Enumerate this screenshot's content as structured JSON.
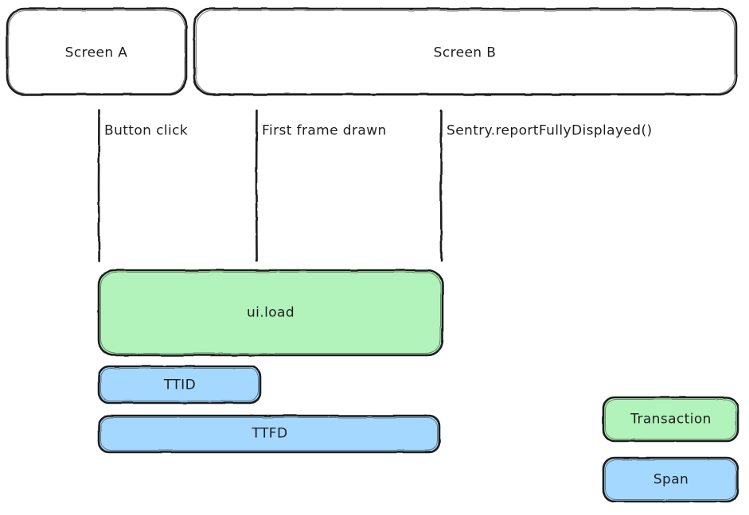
{
  "diagram": {
    "style": "hand-drawn",
    "background_color": "#ffffff",
    "stroke_color": "#1e1e1e",
    "colors": {
      "transaction_fill": "#b2f2bb",
      "span_fill": "#a5d8ff",
      "stroke": "#1e1e1e",
      "background": "#ffffff"
    },
    "screens": [
      {
        "label": "Screen A"
      },
      {
        "label": "Screen B"
      }
    ],
    "markers": [
      {
        "label": "Button click"
      },
      {
        "label": "First frame drawn"
      },
      {
        "label": "Sentry.reportFullyDisplayed()"
      }
    ],
    "bars": [
      {
        "label": "ui.load",
        "kind": "Transaction"
      },
      {
        "label": "TTID",
        "kind": "Span"
      },
      {
        "label": "TTFD",
        "kind": "Span"
      }
    ],
    "legend": [
      {
        "label": "Transaction",
        "kind": "transaction"
      },
      {
        "label": "Span",
        "kind": "span"
      }
    ]
  }
}
